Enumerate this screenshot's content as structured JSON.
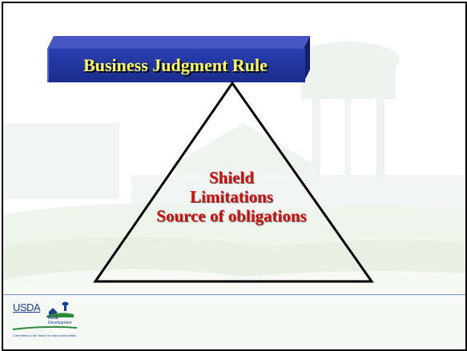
{
  "slide": {
    "title": "Business Judgment Rule",
    "triangle_lines": [
      "Shield",
      "Limitations",
      "Source of obligations"
    ]
  },
  "logo": {
    "agency": "USDA",
    "division_line1": "Rural",
    "division_line2": "Development",
    "tagline": "Committed to the future of rural communities."
  },
  "colors": {
    "title_bg": "#2033a0",
    "title_text": "#ffff66",
    "body_text": "#cc1111",
    "divider": "#7f97c4",
    "brand_blue": "#1b3f8f",
    "brand_green": "#2e8b3a"
  },
  "icons": {
    "background": "rural-landscape-watermark",
    "logo": "usda-rural-development-icon"
  }
}
